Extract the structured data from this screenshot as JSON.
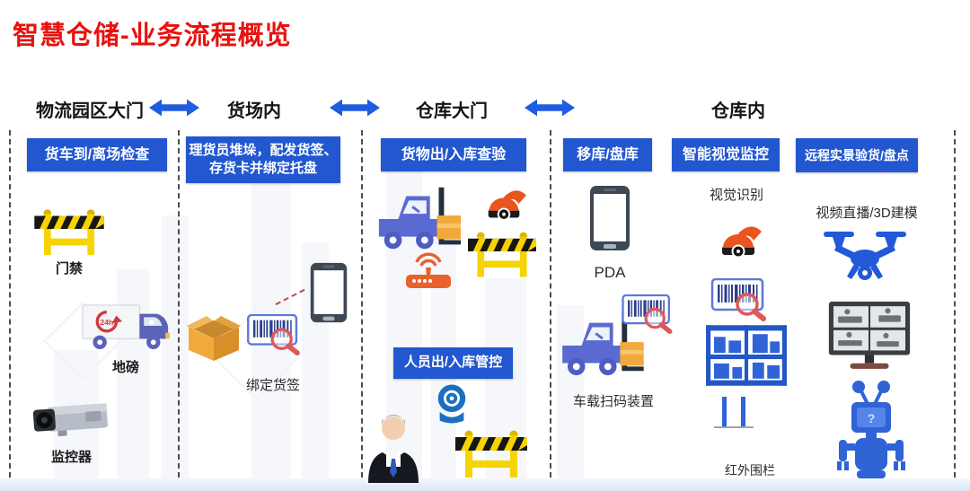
{
  "title": "智慧仓储-业务流程概览",
  "truck_logo": "24h",
  "zones": [
    {
      "name": "物流园区大门"
    },
    {
      "name": "货场内"
    },
    {
      "name": "仓库大门"
    },
    {
      "name": "仓库内"
    }
  ],
  "park_gate": {
    "label": "货车到/离场检查",
    "caption_gate": "门禁",
    "caption_weighbridge": "地磅",
    "caption_camera": "监控器"
  },
  "yard": {
    "label_line1": "理货员堆垛，配发货签、",
    "label_line2": "存货卡并绑定托盘",
    "caption_bind": "绑定货签"
  },
  "warehouse_gate": {
    "label_goods": "货物出/入库查验",
    "label_personnel": "人员出/入库管控"
  },
  "warehouse_inside": {
    "move": {
      "label": "移库/盘库",
      "caption_pda": "PDA",
      "caption_scanner": "车载扫码装置"
    },
    "vision": {
      "label": "智能视觉监控",
      "caption_visual": "视觉识别",
      "caption_fence": "红外围栏"
    },
    "remote": {
      "label": "远程实景验货/盘点",
      "caption_video": "视频直播/3D建模"
    }
  },
  "colors": {
    "title_red": "#e8120e",
    "label_blue": "#2257d0",
    "arrow_blue": "#1e5ce0"
  }
}
